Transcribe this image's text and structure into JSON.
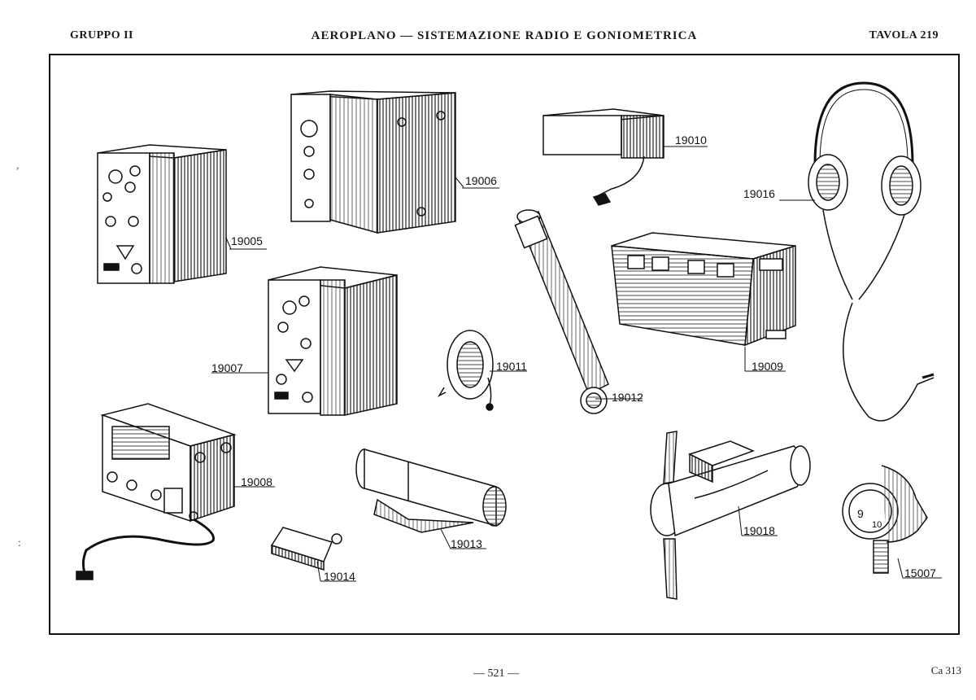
{
  "header": {
    "left": "GRUPPO II",
    "center": "AEROPLANO — SISTEMAZIONE RADIO E GONIOMETRICA",
    "right": "TAVOLA 219"
  },
  "items": [
    {
      "id": "19005"
    },
    {
      "id": "19006"
    },
    {
      "id": "19010"
    },
    {
      "id": "19016"
    },
    {
      "id": "19007"
    },
    {
      "id": "19011"
    },
    {
      "id": "19012"
    },
    {
      "id": "19009"
    },
    {
      "id": "19008"
    },
    {
      "id": "19013"
    },
    {
      "id": "19014"
    },
    {
      "id": "19018"
    },
    {
      "id": "15007"
    }
  ],
  "footer": {
    "page": "— 521 —",
    "code": "Ca 313"
  }
}
